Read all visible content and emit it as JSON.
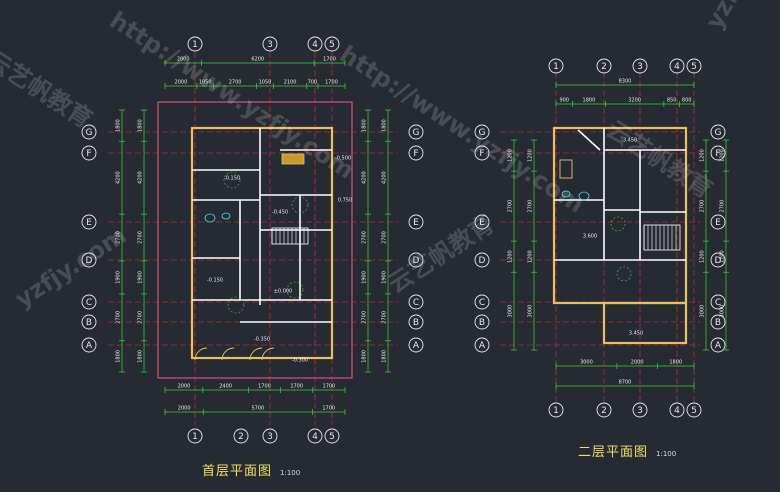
{
  "plans": [
    {
      "id": "ground",
      "title": "首层平面图",
      "scale": "1:100",
      "col_labels": [
        "1",
        "3",
        "4",
        "5"
      ],
      "bottom_col_labels": [
        "1",
        "2",
        "3",
        "4",
        "5"
      ],
      "row_labels": [
        "G",
        "F",
        "E",
        "D",
        "C",
        "B",
        "A"
      ],
      "top_dims_outer": [
        "2000",
        "6200",
        "1700"
      ],
      "top_dims_inner": [
        "2000",
        "1050",
        "2700",
        "1050",
        "2100",
        "700",
        "1700"
      ],
      "bottom_dims_outer": [
        "2000",
        "5700",
        "1700"
      ],
      "bottom_dims_inner": [
        "2000",
        "2400",
        "1700",
        "1700",
        "1700"
      ],
      "left_dims": [
        "1800",
        "4200",
        "2700",
        "1900",
        "2700",
        "1800"
      ],
      "right_dims": [
        "1800",
        "4200",
        "2700",
        "1900",
        "2700",
        "1800"
      ],
      "room_labels": [
        "±0.000",
        "-0.150",
        "-0.300",
        "-0.500",
        "-0.350",
        "0.750",
        "-0.150",
        "-0.450"
      ]
    },
    {
      "id": "second",
      "title": "二层平面图",
      "scale": "1:100",
      "col_labels": [
        "1",
        "2",
        "3",
        "4",
        "5"
      ],
      "bottom_col_labels": [
        "1",
        "2",
        "3",
        "4",
        "5"
      ],
      "row_labels": [
        "F",
        "E",
        "D",
        "C",
        "B",
        "A"
      ],
      "top_dims_outer": [
        "8300"
      ],
      "top_dims_inner": [
        "900",
        "1800",
        "3200",
        "850",
        "800"
      ],
      "bottom_dims_outer": [
        "8700"
      ],
      "bottom_dims_inner": [
        "3000",
        "2000",
        "1800"
      ],
      "left_dims": [
        "1200",
        "2700",
        "1200",
        "3000"
      ],
      "right_dims": [
        "1200",
        "2700",
        "1200",
        "3000"
      ],
      "room_labels": [
        "3.450",
        "3.600",
        "3.450"
      ]
    }
  ],
  "watermark": {
    "lines": [
      "http://www.yzfjy.com",
      "云艺帆教育",
      "yzfjy.com"
    ]
  },
  "colors": {
    "background": "#262a33",
    "wall": "#ffffff",
    "wall_fill": "#e8c060",
    "dim": "#35d935",
    "axis": "#e03030",
    "bubble": "#e8e8e8",
    "title": "#f0e060",
    "hatch": "#44e0e0"
  }
}
